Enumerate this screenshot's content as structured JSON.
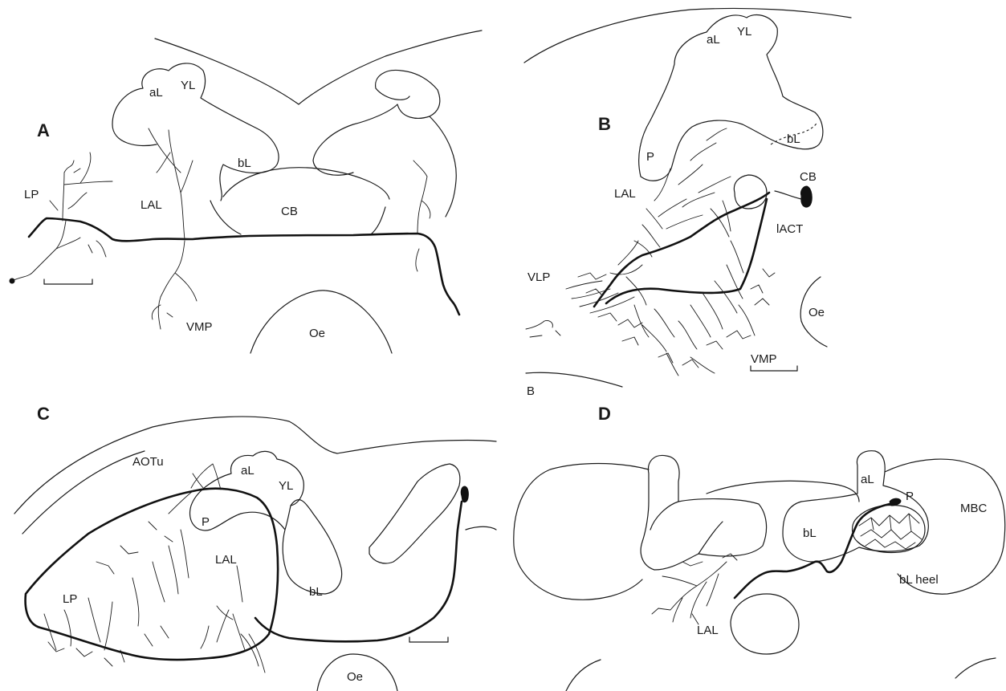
{
  "panels": {
    "A": {
      "letter": "A",
      "labels": {
        "aL": "aL",
        "YL": "YL",
        "bL": "bL",
        "LP": "LP",
        "LAL": "LAL",
        "CB": "CB",
        "VMP": "VMP",
        "Oe": "Oe"
      }
    },
    "B": {
      "letter": "B",
      "labels": {
        "aL": "aL",
        "YL": "YL",
        "bL": "bL",
        "P": "P",
        "LAL": "LAL",
        "CB": "CB",
        "lACT": "lACT",
        "VLP": "VLP",
        "Oe": "Oe",
        "VMP": "VMP",
        "B": "B"
      }
    },
    "C": {
      "letter": "C",
      "labels": {
        "AOTu": "AOTu",
        "aL": "aL",
        "YL": "YL",
        "P": "P",
        "LAL": "LAL",
        "LP": "LP",
        "bL": "bL",
        "Oe": "Oe"
      }
    },
    "D": {
      "letter": "D",
      "labels": {
        "aL": "aL",
        "P": "P",
        "MBC": "MBC",
        "bL": "bL",
        "bL_heel": "bL heel",
        "LAL": "LAL"
      }
    }
  },
  "colors": {
    "background": "#ffffff",
    "line": "#1a1a1a"
  }
}
